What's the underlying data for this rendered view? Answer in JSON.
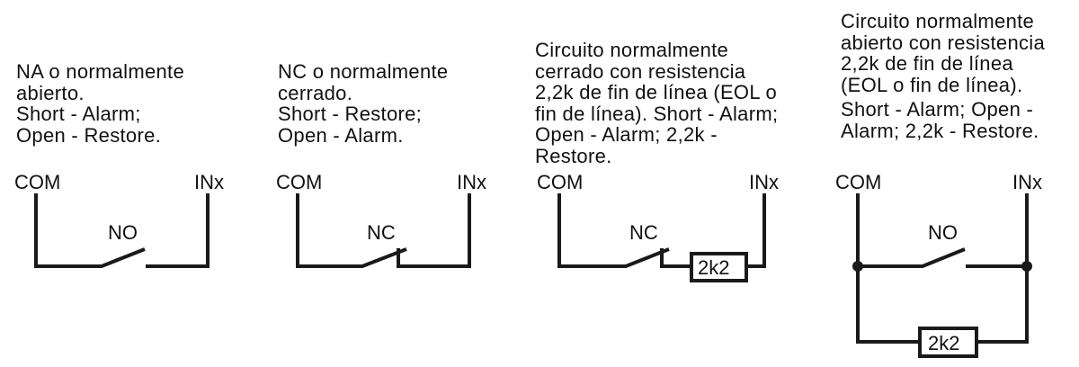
{
  "circuits": [
    {
      "description": [
        "NA o normalmente",
        "abierto.",
        "Short - Alarm;",
        "Open - Restore."
      ],
      "com_label": "COM",
      "in_label": "INx",
      "switch_label": "NO"
    },
    {
      "description": [
        "NC o normalmente",
        "cerrado.",
        "Short - Restore;",
        "Open - Alarm."
      ],
      "com_label": "COM",
      "in_label": "INx",
      "switch_label": "NC"
    },
    {
      "description": [
        "Circuito normalmente",
        "cerrado con resistencia",
        "2,2k de fin de línea  (EOL o",
        "fin de línea). Short - Alarm;",
        "Open - Alarm; 2,2k -",
        "Restore."
      ],
      "com_label": "COM",
      "in_label": "INx",
      "switch_label": "NC",
      "resistor_label": "2k2"
    },
    {
      "description": [
        "Circuito normalmente",
        "abierto con resistencia",
        "2,2k de fin de línea",
        "(EOL o fin de línea).",
        "Short - Alarm; Open -",
        "Alarm; 2,2k - Restore."
      ],
      "com_label": "COM",
      "in_label": "INx",
      "switch_label": "NO",
      "resistor_label": "2k2"
    }
  ]
}
